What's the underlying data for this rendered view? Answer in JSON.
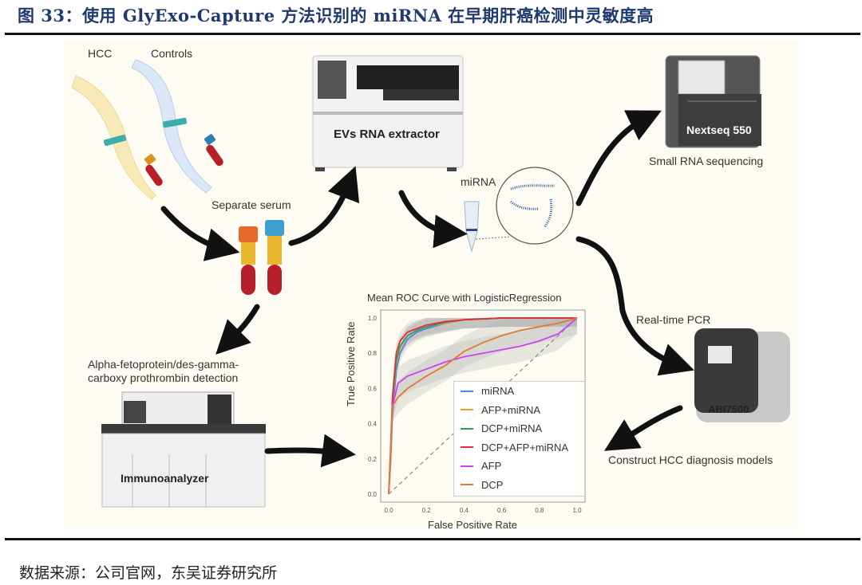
{
  "figure": {
    "title": "图 33：使用 GlyExo-Capture 方法识别的 miRNA 在早期肝癌检测中灵敏度高",
    "source": "数据来源：公司官网，东吴证券研究所"
  },
  "workflow": {
    "labels": {
      "hcc": "HCC",
      "controls": "Controls",
      "separate_serum": "Separate serum",
      "mirna": "miRNA",
      "small_rna_sequencing": "Small RNA sequencing",
      "real_time_pcr": "Real-time PCR",
      "construct_models": "Construct HCC diagnosis models",
      "afp_dcp_line1": "Alpha-fetoprotein/des-gamma-",
      "afp_dcp_line2": "carboxy prothrombin detection"
    },
    "machines": {
      "extractor": "EVs RNA extractor",
      "sequencer": "Nextseq 550",
      "pcr": "ABI7500",
      "immunoanalyzer": "Immunoanalyzer"
    },
    "colors": {
      "panel_bg": "#fdfbf2",
      "title_color": "#1f3a6e",
      "tube_hcc_cap": "#e8692a",
      "tube_control_cap": "#3d9fd0",
      "serum": "#e9b82e",
      "blood": "#b5202a"
    }
  },
  "chart_data": {
    "type": "line",
    "title": "Mean ROC Curve with LogisticRegression",
    "xlabel": "False Positive Rate",
    "ylabel": "True Positive Rate",
    "xlim": [
      0.0,
      1.0
    ],
    "ylim": [
      0.0,
      1.0
    ],
    "xticks": [
      "0.0",
      "0.2",
      "0.4",
      "0.6",
      "0.8",
      "1.0"
    ],
    "yticks": [
      "0.0",
      "0.2",
      "0.4",
      "0.6",
      "0.8",
      "1.0"
    ],
    "legend_position": "bottom-right",
    "grid": false,
    "diagonal_reference": true,
    "series": [
      {
        "name": "miRNA",
        "color": "#4a86e8",
        "x": [
          0,
          0.01,
          0.02,
          0.04,
          0.06,
          0.1,
          0.15,
          0.2,
          0.3,
          0.4,
          0.6,
          0.8,
          1.0
        ],
        "y": [
          0,
          0.18,
          0.45,
          0.7,
          0.8,
          0.88,
          0.92,
          0.94,
          0.97,
          0.99,
          1.0,
          1.0,
          1.0
        ]
      },
      {
        "name": "AFP+miRNA",
        "color": "#f0a030",
        "x": [
          0,
          0.01,
          0.02,
          0.04,
          0.06,
          0.1,
          0.15,
          0.2,
          0.3,
          0.4,
          0.6,
          0.8,
          1.0
        ],
        "y": [
          0,
          0.22,
          0.5,
          0.74,
          0.83,
          0.9,
          0.93,
          0.95,
          0.97,
          0.99,
          1.0,
          1.0,
          1.0
        ]
      },
      {
        "name": "DCP+miRNA",
        "color": "#2ca05a",
        "x": [
          0,
          0.01,
          0.02,
          0.04,
          0.06,
          0.1,
          0.15,
          0.2,
          0.3,
          0.4,
          0.6,
          0.8,
          1.0
        ],
        "y": [
          0,
          0.22,
          0.52,
          0.76,
          0.84,
          0.9,
          0.93,
          0.95,
          0.975,
          0.99,
          1.0,
          1.0,
          1.0
        ]
      },
      {
        "name": "DCP+AFP+miRNA",
        "color": "#e8283c",
        "x": [
          0,
          0.01,
          0.02,
          0.04,
          0.06,
          0.1,
          0.15,
          0.2,
          0.3,
          0.4,
          0.6,
          0.8,
          1.0
        ],
        "y": [
          0,
          0.25,
          0.55,
          0.8,
          0.87,
          0.92,
          0.94,
          0.96,
          0.98,
          0.99,
          1.0,
          1.0,
          1.0
        ]
      },
      {
        "name": "AFP",
        "color": "#cc44ee",
        "x": [
          0,
          0.01,
          0.02,
          0.05,
          0.1,
          0.2,
          0.3,
          0.4,
          0.5,
          0.6,
          0.7,
          0.8,
          0.9,
          1.0
        ],
        "y": [
          0,
          0.2,
          0.5,
          0.63,
          0.67,
          0.71,
          0.75,
          0.78,
          0.8,
          0.82,
          0.84,
          0.87,
          0.91,
          1.0
        ]
      },
      {
        "name": "DCP",
        "color": "#e07b30",
        "x": [
          0,
          0.01,
          0.02,
          0.05,
          0.1,
          0.2,
          0.3,
          0.4,
          0.5,
          0.6,
          0.7,
          0.8,
          0.9,
          1.0
        ],
        "y": [
          0,
          0.2,
          0.5,
          0.55,
          0.6,
          0.67,
          0.73,
          0.81,
          0.86,
          0.9,
          0.93,
          0.95,
          0.97,
          1.0
        ]
      }
    ]
  }
}
